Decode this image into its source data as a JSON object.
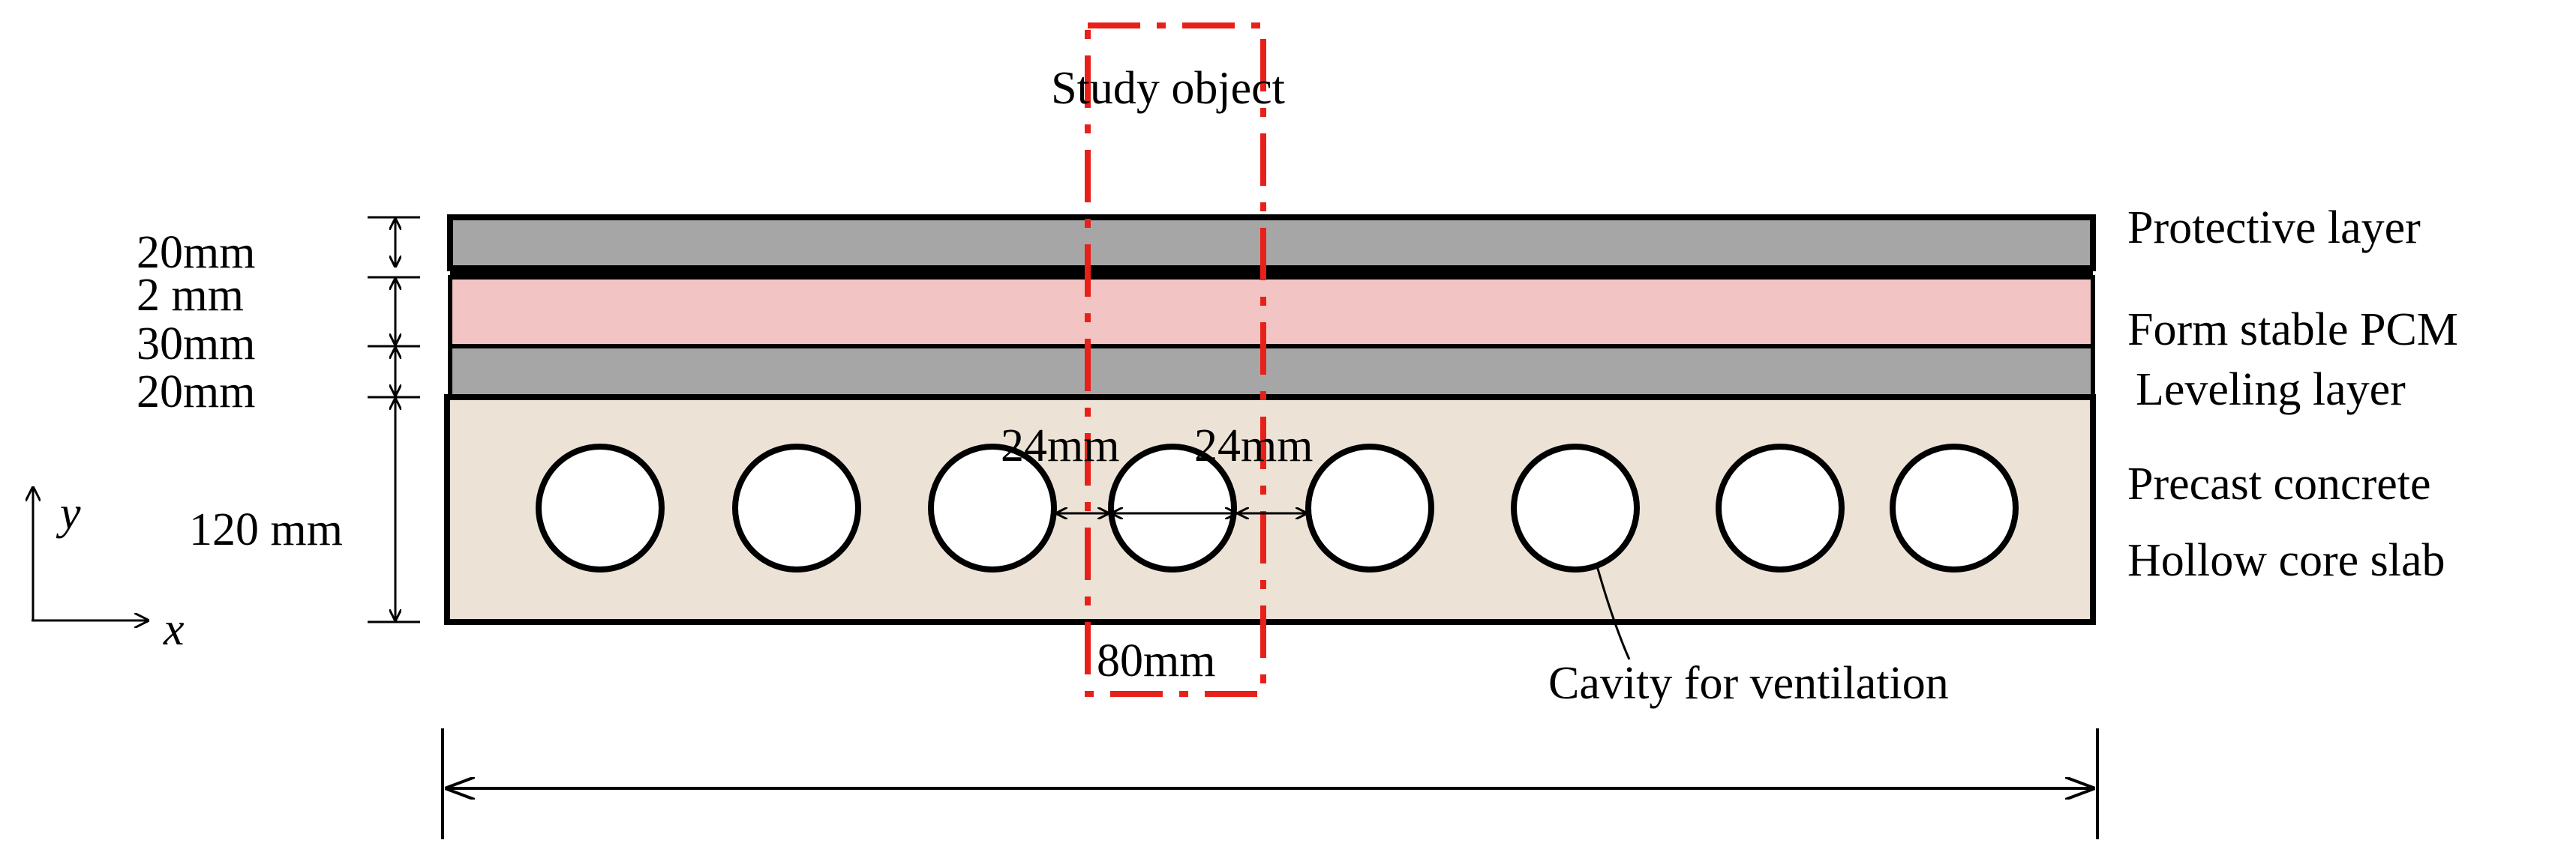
{
  "labels": {
    "study_object": "Study object",
    "protective_layer": "Protective layer",
    "form_stable_pcm": "Form stable PCM",
    "leveling_layer": "Leveling layer",
    "precast_concrete": "Precast concrete",
    "hollow_core_slab": "Hollow core slab",
    "cavity_for_ventilation": "Cavity for ventilation"
  },
  "dimensions": {
    "protective_thickness": "20mm",
    "separator_thickness": "2 mm",
    "pcm_thickness": "30mm",
    "leveling_thickness": "20mm",
    "slab_thickness": "120 mm",
    "gap_left": "24mm",
    "gap_right": "24mm",
    "cavity_diameter": "80mm"
  },
  "axes": {
    "x": "x",
    "y": "y"
  },
  "colors": {
    "protective_layer": "#a6a6a6",
    "pcm_layer": "#f2c4c4",
    "leveling_layer": "#a6a6a6",
    "concrete": "#ece3d6",
    "outline": "#000000",
    "study_box": "#e8201a",
    "cavity": "#ffffff"
  },
  "cavity_count": 8
}
